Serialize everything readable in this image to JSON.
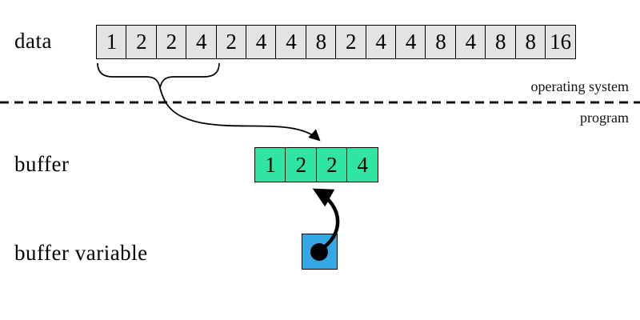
{
  "labels": {
    "data": "data",
    "buffer": "buffer",
    "buffer_variable": "buffer variable",
    "operating_system": "operating system",
    "program": "program"
  },
  "data_array": {
    "values": [
      "1",
      "2",
      "2",
      "4",
      "2",
      "4",
      "4",
      "8",
      "2",
      "4",
      "4",
      "8",
      "4",
      "8",
      "8",
      "16"
    ]
  },
  "buffer_array": {
    "values": [
      "1",
      "2",
      "2",
      "4"
    ]
  },
  "colors": {
    "data_cell_bg": "#e3e3e3",
    "buffer_cell_bg": "#2ee6a2",
    "buffer_variable_bg": "#35a7e5",
    "line_and_text": "#000000"
  }
}
